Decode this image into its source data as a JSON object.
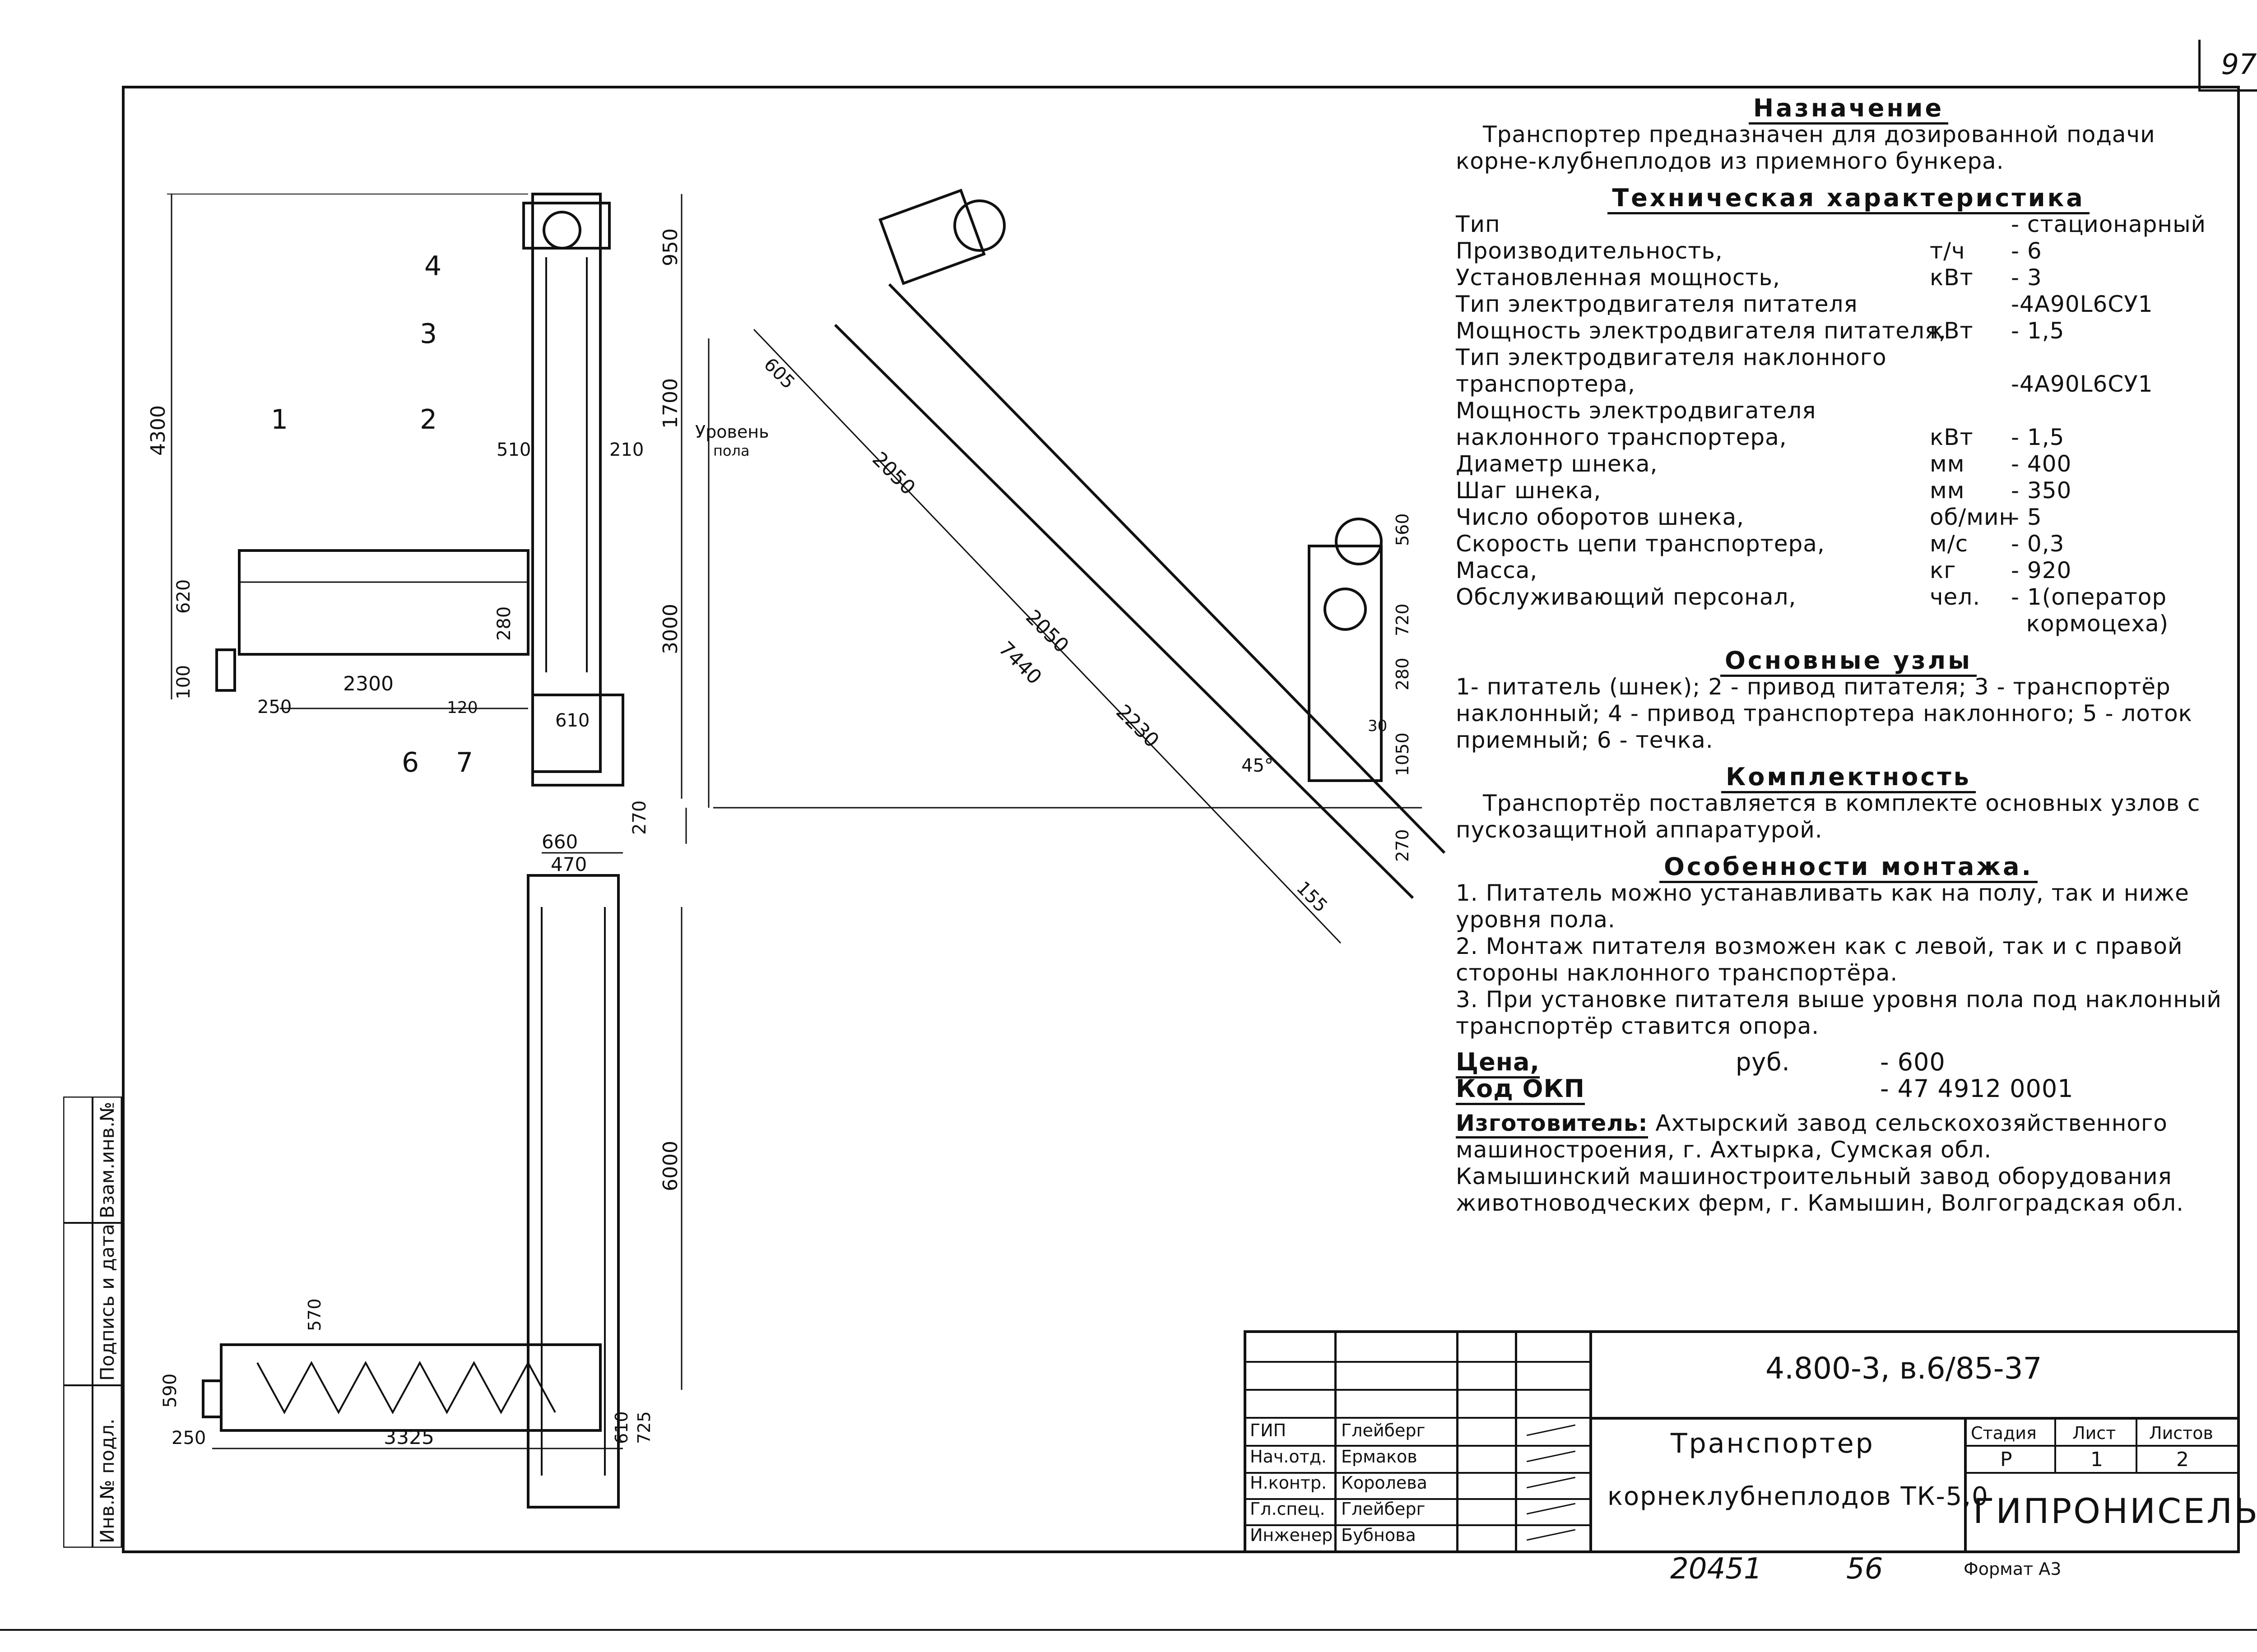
{
  "page_number": "97",
  "purpose": {
    "heading": "Назначение",
    "text": "Транспортер предназначен для дозированной подачи корне-клубнеплодов из приемного бункера."
  },
  "specs": {
    "heading": "Техническая характеристика",
    "rows": [
      {
        "name": "Тип",
        "unit": "",
        "value": "- стационарный"
      },
      {
        "name": "Производительность,",
        "unit": "т/ч",
        "value": "- 6"
      },
      {
        "name": "Установленная мощность,",
        "unit": "кВт",
        "value": "- 3"
      },
      {
        "name": "Тип электродвигателя питателя",
        "unit": "",
        "value": "-4А90L6СУ1"
      },
      {
        "name": "Мощность электродвигателя питателя,",
        "unit": "кВт",
        "value": "- 1,5"
      },
      {
        "name": "Тип электродвигателя наклонного",
        "unit": "",
        "value": ""
      },
      {
        "name": "транспортера,",
        "unit": "",
        "value": "-4А90L6СУ1"
      },
      {
        "name": "Мощность электродвигателя",
        "unit": "",
        "value": ""
      },
      {
        "name": "наклонного транспортера,",
        "unit": "кВт",
        "value": "- 1,5"
      },
      {
        "name": "Диаметр шнека,",
        "unit": "мм",
        "value": "- 400"
      },
      {
        "name": "Шаг шнека,",
        "unit": "мм",
        "value": "- 350"
      },
      {
        "name": "Число оборотов шнека,",
        "unit": "об/мин",
        "value": "- 5"
      },
      {
        "name": "Скорость цепи транспортера,",
        "unit": "м/с",
        "value": "- 0,3"
      },
      {
        "name": "Масса,",
        "unit": "кг",
        "value": "- 920"
      },
      {
        "name": "Обслуживающий персонал,",
        "unit": "чел.",
        "value": "- 1(оператор"
      },
      {
        "name": "",
        "unit": "",
        "value": "  кормоцеха)"
      }
    ]
  },
  "units": {
    "heading": "Основные узлы",
    "text": "1- питатель (шнек); 2 - привод питателя; 3 - транспортёр наклонный; 4 - привод транспортера наклонного; 5 - лоток приемный; 6 - течка."
  },
  "completeness": {
    "heading": "Комплектность",
    "text": "Транспортёр поставляется в комплекте основных узлов с пускозащитной аппаратурой."
  },
  "mounting": {
    "heading": "Особенности монтажа.",
    "notes": [
      "1. Питатель можно устанавливать как на полу, так и ниже уровня пола.",
      "2. Монтаж питателя возможен как с левой, так и с правой стороны наклонного транспортёра.",
      "3. При установке питателя выше уровня пола под наклонный транспортёр ставится опора."
    ]
  },
  "price": {
    "label": "Цена,",
    "unit": "руб.",
    "value": "- 600"
  },
  "okp": {
    "label": "Код ОКП",
    "value": "- 47 4912 0001"
  },
  "manufacturer": {
    "label": "Изготовитель:",
    "text1": "Ахтырский завод сельскохозяйственного машиностроения, г. Ахтырка, Сумская обл.",
    "text2": "Камышинский машиностроительный завод оборудования животноводческих ферм, г. Камышин, Волгоградская обл."
  },
  "title_block": {
    "doc_code": "4.800-3, в.6/85-37",
    "title_line1": "Транспортер",
    "title_line2": "корнеклубнеплодов ТК-5,0",
    "stage_label": "Стадия",
    "sheet_label": "Лист",
    "sheets_label": "Листов",
    "stage": "Р",
    "sheet": "1",
    "sheets": "2",
    "org": "ГИПРОНИСЕЛЬХОЗ",
    "people": [
      {
        "role": "ГИП",
        "name": "Глейберг"
      },
      {
        "role": "Нач.отд.",
        "name": "Ермаков"
      },
      {
        "role": "Н.контр.",
        "name": "Королева"
      },
      {
        "role": "Гл.спец.",
        "name": "Глейберг"
      },
      {
        "role": "Инженер",
        "name": "Бубнова"
      }
    ]
  },
  "footer": {
    "left": "20451",
    "mid": "56",
    "format": "Формат А3"
  },
  "side_stamp": {
    "a": "Инв.№ подл.",
    "b": "Подпись и дата",
    "c": "Взам.инв.№"
  },
  "drawing": {
    "labels": {
      "floor": "Уровень",
      "floor2": "пола",
      "parts": [
        "1",
        "2",
        "3",
        "4",
        "6",
        "7"
      ]
    },
    "dims_front": [
      "4300",
      "510",
      "210",
      "620",
      "280",
      "100",
      "2300",
      "250",
      "120",
      "610",
      "950",
      "1700",
      "3000",
      "270"
    ],
    "dims_incline": [
      "605",
      "2050",
      "2050",
      "7440",
      "2230",
      "45°",
      "155"
    ],
    "dims_side": [
      "560",
      "720",
      "280",
      "1050",
      "30",
      "270"
    ],
    "dims_plan": [
      "660",
      "470",
      "6000",
      "570",
      "590",
      "610",
      "725",
      "250",
      "3325"
    ]
  }
}
